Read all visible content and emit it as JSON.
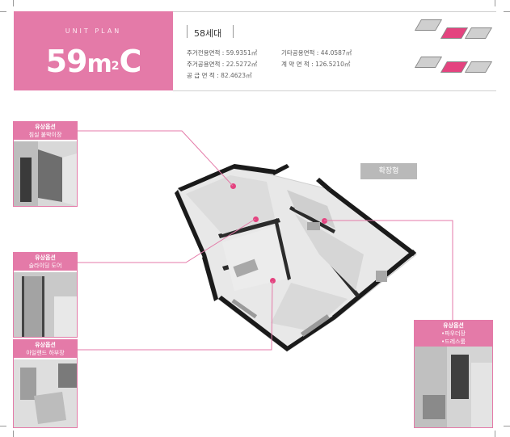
{
  "header": {
    "unit_plan_label": "UNIT PLAN",
    "unit_type": "59",
    "unit_type_sup": "2",
    "unit_type_suffix": "C",
    "unit_type_m": "m",
    "households": "58세대"
  },
  "specs": {
    "exclusive_label": "주거전용면적",
    "exclusive_value": "59.9351㎡",
    "common_label": "주거공용면적",
    "common_value": "22.5272㎡",
    "supply_label": "공 급 면 적",
    "supply_value": "82.4623㎡",
    "other_common_label": "기타공용면적",
    "other_common_value": "44.0587㎡",
    "contract_label": "계 약 면 적",
    "contract_value": "126.5210㎡"
  },
  "badge": "확장형",
  "options": [
    {
      "title": "유상옵션",
      "subtitle": "침실 붙박이장"
    },
    {
      "title": "유상옵션",
      "subtitle": "슬라이딩 도어"
    },
    {
      "title": "유상옵션",
      "subtitle": "아일랜드 하부장"
    },
    {
      "title": "유상옵션",
      "subtitle": "•파우더장",
      "subtitle2": "•드레스룸"
    }
  ],
  "colors": {
    "accent": "#e47aa8",
    "dot": "#e4437f",
    "badge": "#b9b9b9"
  }
}
